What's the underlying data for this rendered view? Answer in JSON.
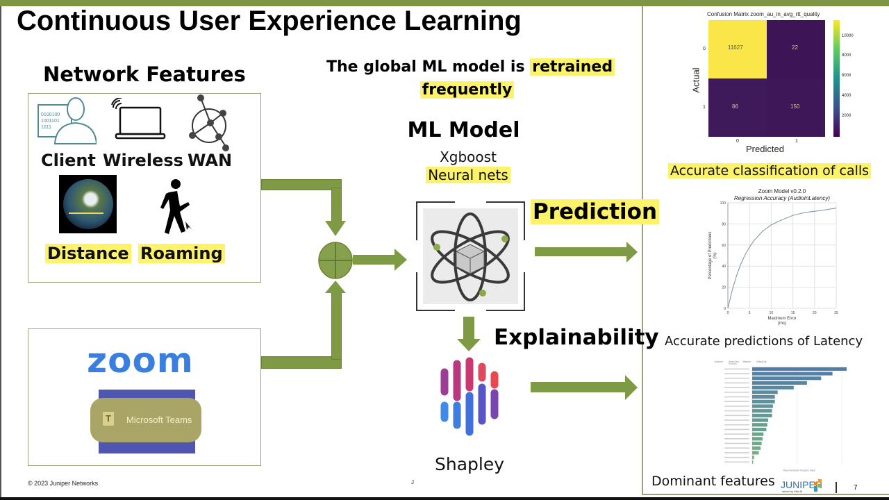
{
  "slide": {
    "title": "Continuous User Experience Learning",
    "footer_copyright": "© 2023 Juniper Networks",
    "footer_mark": "J",
    "page_number": "7",
    "logo_text": "JUNIPER",
    "logo_sub": "driven by Mist AI"
  },
  "network_features": {
    "heading": "Network Features",
    "items": [
      {
        "label": "Client",
        "icon": "client-user-icon",
        "highlight": false
      },
      {
        "label": "Wireless",
        "icon": "wireless-laptop-icon",
        "highlight": false
      },
      {
        "label": "WAN",
        "icon": "wan-network-icon",
        "highlight": false
      },
      {
        "label": "Distance",
        "icon": "globe-icon",
        "highlight": true
      },
      {
        "label": "Roaming",
        "icon": "walking-person-icon",
        "highlight": true
      }
    ]
  },
  "apps": {
    "zoom_logo": "zoom",
    "teams_logo": "Microsoft Teams"
  },
  "ml": {
    "note_part1": "The global ML model is ",
    "note_highlight1": "retrained",
    "note_highlight2": "frequently",
    "heading": "ML Model",
    "model1": "Xgboost",
    "model2": "Neural nets",
    "prediction_label": "Prediction",
    "explainability_label": "Explainability",
    "shapley_label": "Shapley"
  },
  "results": {
    "classification_caption": "Accurate classification of calls",
    "latency_caption": "Accurate predictions of Latency",
    "features_caption": "Dominant features"
  },
  "chart_data": [
    {
      "type": "heatmap",
      "title": "Confusion Matrix zoom_au_in_avg_rtt_quality",
      "xlabel": "Predicted",
      "ylabel": "Actual",
      "x_ticks": [
        "0",
        "1"
      ],
      "y_ticks": [
        "0",
        "1"
      ],
      "values": [
        [
          11627,
          22
        ],
        [
          86,
          150
        ]
      ],
      "colorbar_ticks": [
        2000,
        4000,
        6000,
        8000,
        10000
      ],
      "colormap": "viridis"
    },
    {
      "type": "line",
      "title": "Zoom Model v0.2.0",
      "subtitle": "Regression Accuracy (AudioInLatency)",
      "xlabel": "Maximum Error\n(ms)",
      "ylabel": "Percentage of Predictions\n(%)",
      "xlim": [
        0,
        25
      ],
      "ylim": [
        0,
        100
      ],
      "x_ticks": [
        0,
        5,
        10,
        15,
        20,
        25
      ],
      "y_ticks": [
        0,
        20,
        40,
        60,
        80,
        100
      ],
      "grid": true,
      "x": [
        0,
        1,
        2,
        3,
        4,
        5,
        6,
        8,
        10,
        12,
        15,
        18,
        20,
        22,
        25
      ],
      "y": [
        0,
        17,
        31,
        42,
        51,
        58,
        64,
        73,
        79,
        83,
        88,
        91,
        92,
        93,
        95
      ]
    },
    {
      "type": "bar",
      "orientation": "horizontal",
      "title": "",
      "tabs": [
        "AudioIn",
        "AudioOut",
        "VideoIn",
        "VideoOut"
      ],
      "xlabel": "Mean Absolute Shapley Value",
      "categories": [
        "f1",
        "f2",
        "f3",
        "f4",
        "f5",
        "f6",
        "f7",
        "f8",
        "f9",
        "f10",
        "f11",
        "f12",
        "f13",
        "f14",
        "f15",
        "f16",
        "f17",
        "f18",
        "f19",
        "f20",
        "f21"
      ],
      "values": [
        1.0,
        0.85,
        0.73,
        0.58,
        0.44,
        0.27,
        0.24,
        0.24,
        0.22,
        0.21,
        0.21,
        0.17,
        0.16,
        0.15,
        0.12,
        0.11,
        0.1,
        0.09,
        0.07,
        0.02,
        0.01
      ]
    }
  ]
}
